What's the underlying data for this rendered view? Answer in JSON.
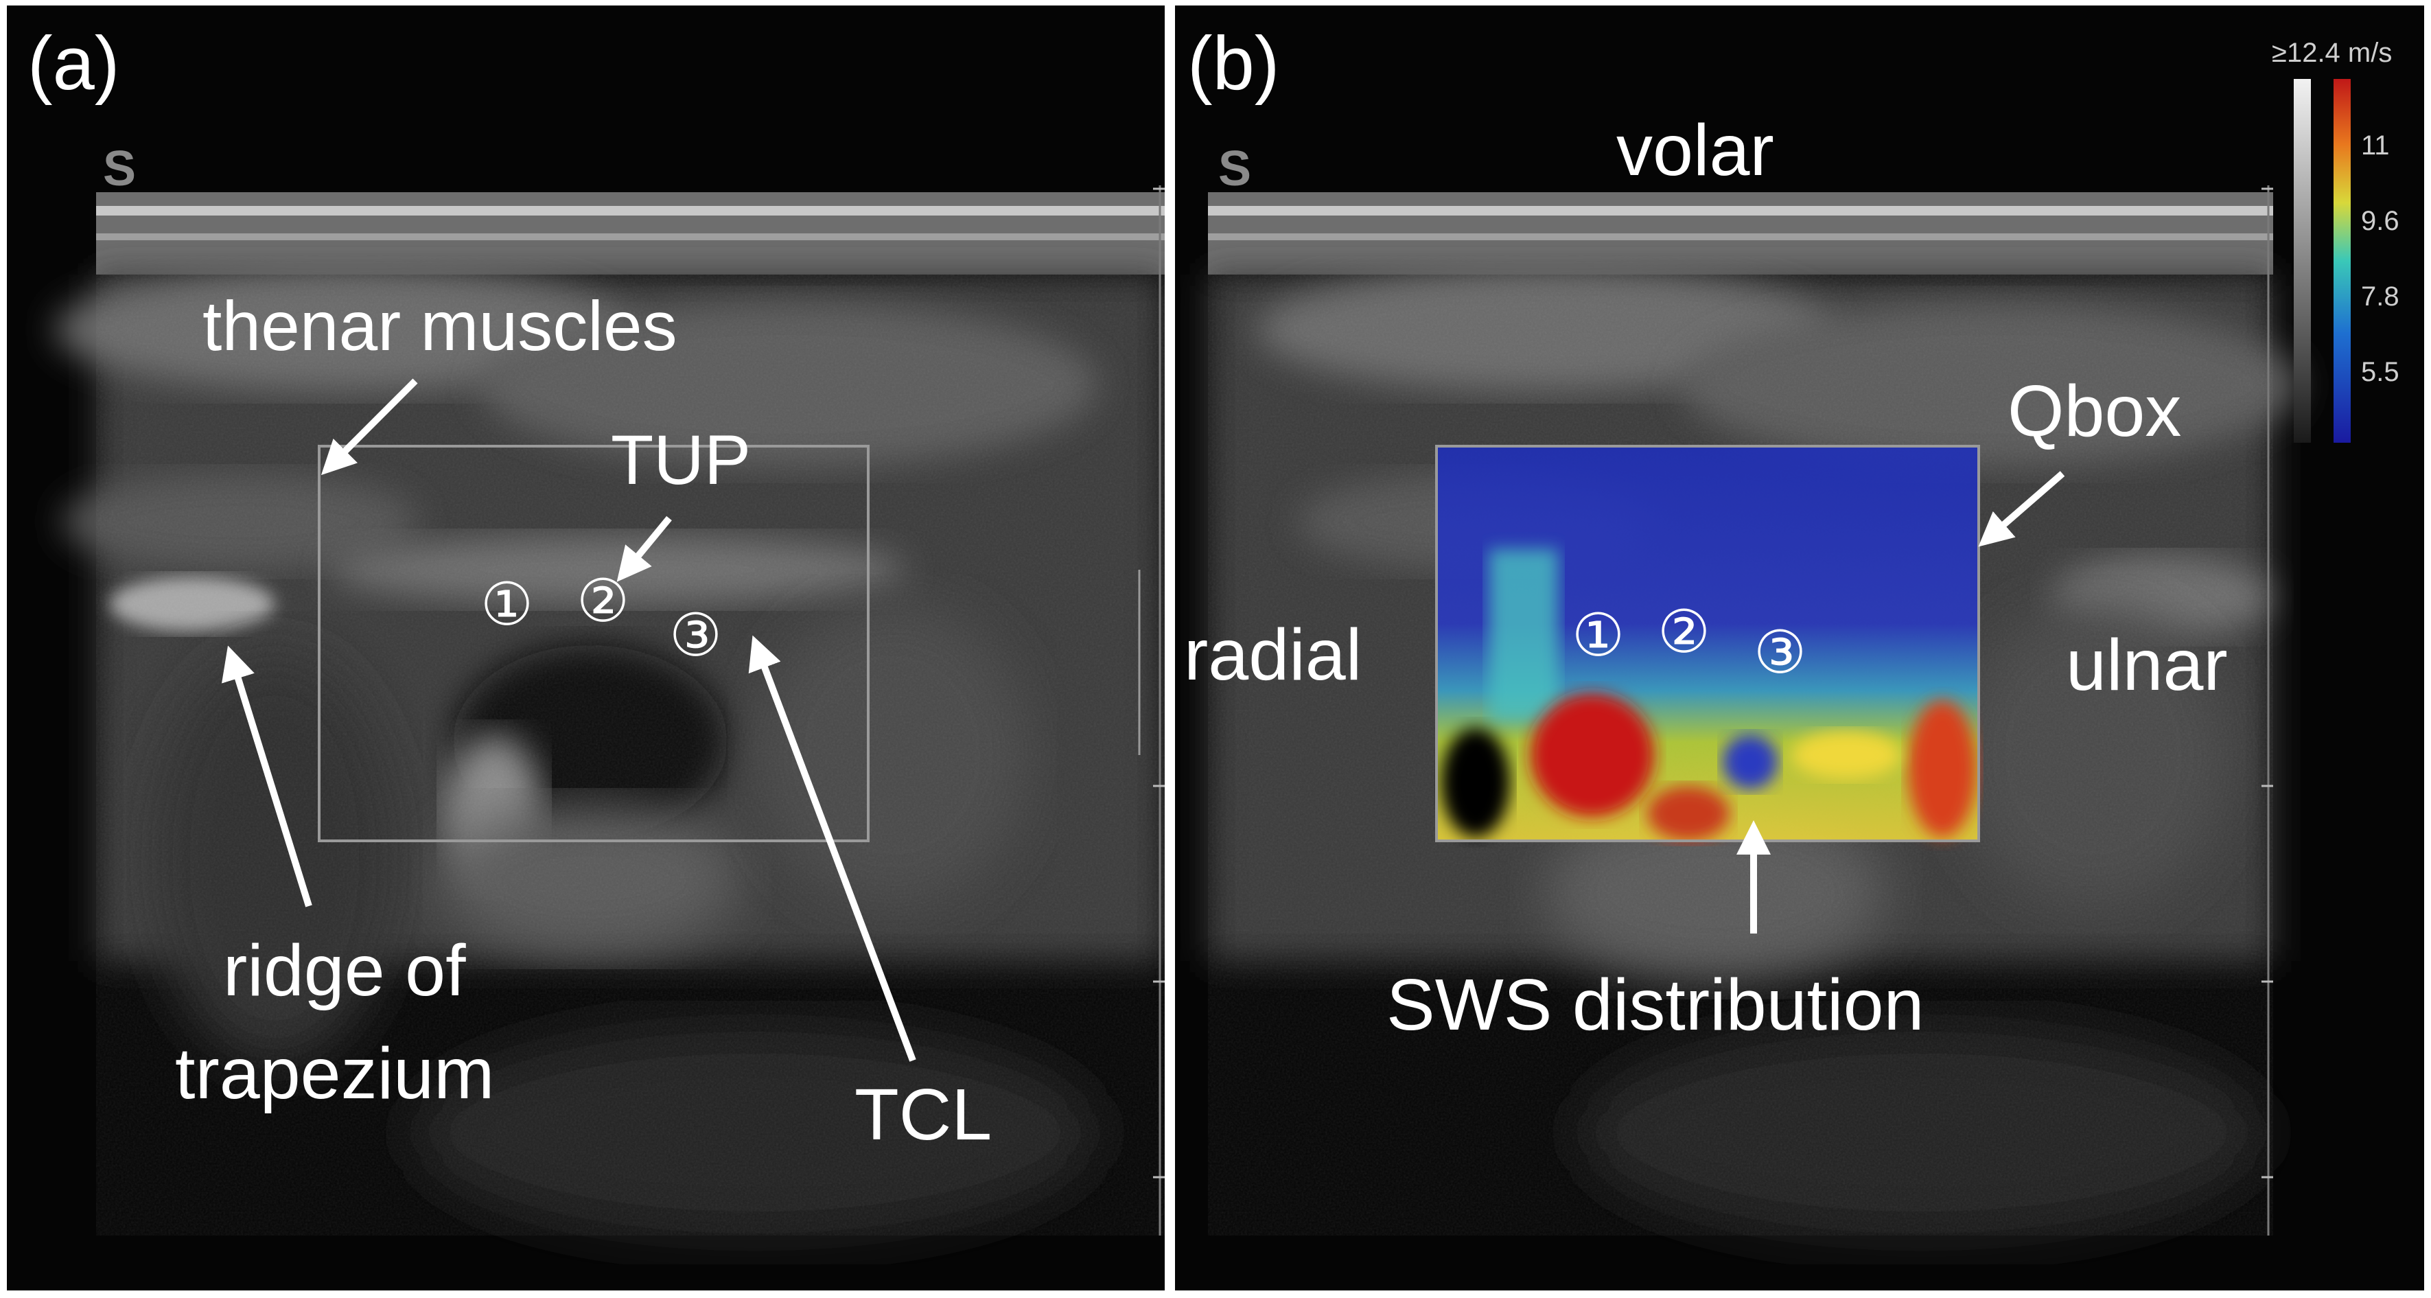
{
  "panels": {
    "a": {
      "label": "(a)",
      "scale_marker": "S",
      "annotations": {
        "thenar_muscles": "thenar muscles",
        "tup": "TUP",
        "ridge_line1": "ridge of",
        "ridge_line2": "trapezium",
        "tcl": "TCL"
      },
      "site_markers": [
        "①",
        "②",
        "③"
      ]
    },
    "b": {
      "label": "(b)",
      "scale_marker": "S",
      "annotations": {
        "volar": "volar",
        "qbox": "Qbox",
        "radial": "radial",
        "ulnar": "ulnar",
        "sws_distribution": "SWS distribution"
      },
      "site_markers": [
        "①",
        "②",
        "③"
      ]
    }
  },
  "colorbar": {
    "title": "≥12.4 m/s",
    "ticks": [
      "11",
      "9.6",
      "7.8",
      "5.5"
    ]
  },
  "colors": {
    "background": "#ffffff",
    "image_black": "#050505",
    "annotation": "#ffffff"
  }
}
